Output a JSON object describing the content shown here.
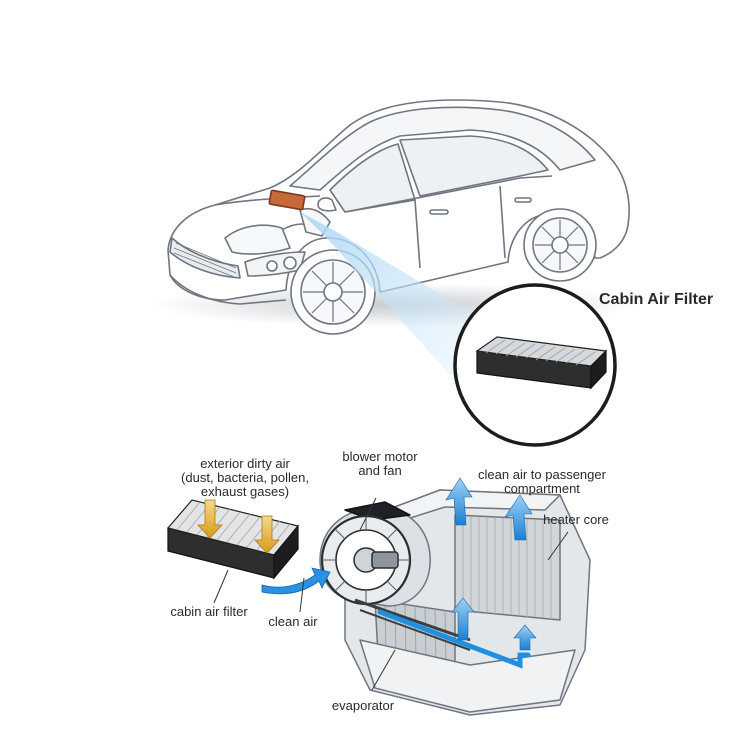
{
  "title": "Cabin Air Filter",
  "labels": {
    "exterior_air": [
      "exterior dirty air",
      "(dust, bacteria, pollen,",
      "exhaust gases)"
    ],
    "blower": [
      "blower motor",
      "and fan"
    ],
    "clean_air_passenger": [
      "clean air to passenger",
      "compartment"
    ],
    "heater_core": "heater core",
    "cabin_air_filter": "cabin air filter",
    "clean_air": "clean air",
    "evaporator": "evaporator"
  },
  "colors": {
    "airflow_blue": "#1f8fe0",
    "dirty_air_amber": "#e0a020",
    "filter_highlight": "#c8693a",
    "line_art": "#6f7680"
  }
}
